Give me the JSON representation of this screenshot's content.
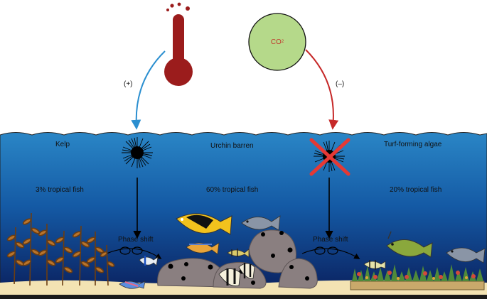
{
  "labels": {
    "warming_effect": "(+)",
    "co2_main": "CO",
    "co2_sub": "2",
    "co2_effect": "(–)",
    "kelp": "Kelp",
    "urchin_barren": "Urchin barren",
    "turf_algae": "Turf-forming algae",
    "kelp_fish": "3% tropical fish",
    "barren_fish": "60% tropical fish",
    "turf_fish": "20% tropical fish",
    "phase_shift_1": "Phase shift",
    "phase_shift_2": "Phase shift"
  },
  "colors": {
    "ocean_top": "#1e79b9",
    "ocean_bottom": "#0b1f5c",
    "sand": "#f3e3b3",
    "thermometer": "#9b1c1c",
    "co2_fill": "#b5d98a",
    "warming_arrow": "#2b8fd0",
    "co2_arrow": "#c62828",
    "cross": "#e53935"
  }
}
